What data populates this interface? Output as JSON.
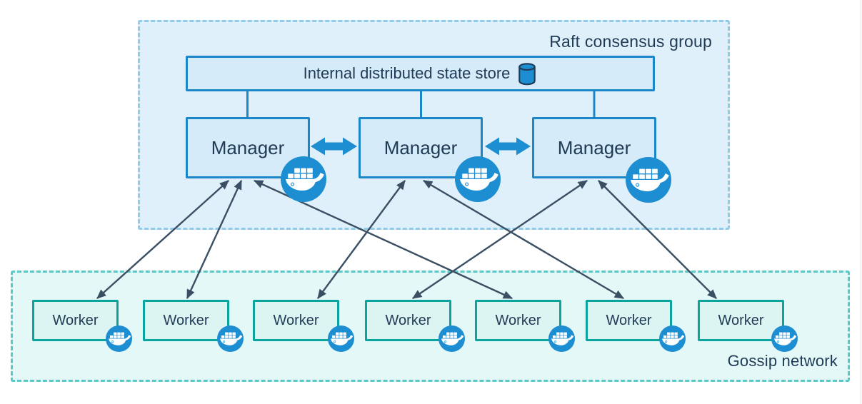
{
  "diagram": {
    "title_implied": "Docker swarm: managers and workers",
    "groups": {
      "raft": {
        "label": "Raft consensus group"
      },
      "gossip": {
        "label": "Gossip network"
      }
    },
    "nodes": {
      "store": {
        "label": "Internal distributed state store",
        "icon": "database-cylinder-icon"
      },
      "managers": [
        {
          "label": "Manager",
          "icon": "docker-whale-icon"
        },
        {
          "label": "Manager",
          "icon": "docker-whale-icon"
        },
        {
          "label": "Manager",
          "icon": "docker-whale-icon"
        }
      ],
      "workers": [
        {
          "label": "Worker",
          "icon": "docker-whale-icon"
        },
        {
          "label": "Worker",
          "icon": "docker-whale-icon"
        },
        {
          "label": "Worker",
          "icon": "docker-whale-icon"
        },
        {
          "label": "Worker",
          "icon": "docker-whale-icon"
        },
        {
          "label": "Worker",
          "icon": "docker-whale-icon"
        },
        {
          "label": "Worker",
          "icon": "docker-whale-icon"
        },
        {
          "label": "Worker",
          "icon": "docker-whale-icon"
        }
      ]
    },
    "connections": {
      "store_to_managers": [
        "manager-1",
        "manager-2",
        "manager-3"
      ],
      "manager_peering": [
        [
          "manager-1",
          "manager-2"
        ],
        [
          "manager-2",
          "manager-3"
        ]
      ],
      "manager_worker_links": [
        [
          "manager-1",
          "worker-1"
        ],
        [
          "manager-1",
          "worker-2"
        ],
        [
          "manager-1",
          "worker-5"
        ],
        [
          "manager-2",
          "worker-3"
        ],
        [
          "manager-2",
          "worker-6"
        ],
        [
          "manager-3",
          "worker-4"
        ],
        [
          "manager-3",
          "worker-7"
        ]
      ]
    }
  },
  "colors": {
    "node_border_blue": "#1b87c9",
    "node_fill_blue": "#d6ebf9",
    "raft_fill": "#e0f0fa",
    "raft_border": "#90cbe9",
    "worker_border": "#0ba39d",
    "worker_fill": "#dcf4f2",
    "gossip_fill": "#e4f8f7",
    "gossip_border": "#5ac8c6",
    "text_dark": "#1f3a54",
    "docker_blue": "#1d8ed2",
    "thin_arrow": "#3a4f63",
    "page_bg": "#ffffff"
  }
}
